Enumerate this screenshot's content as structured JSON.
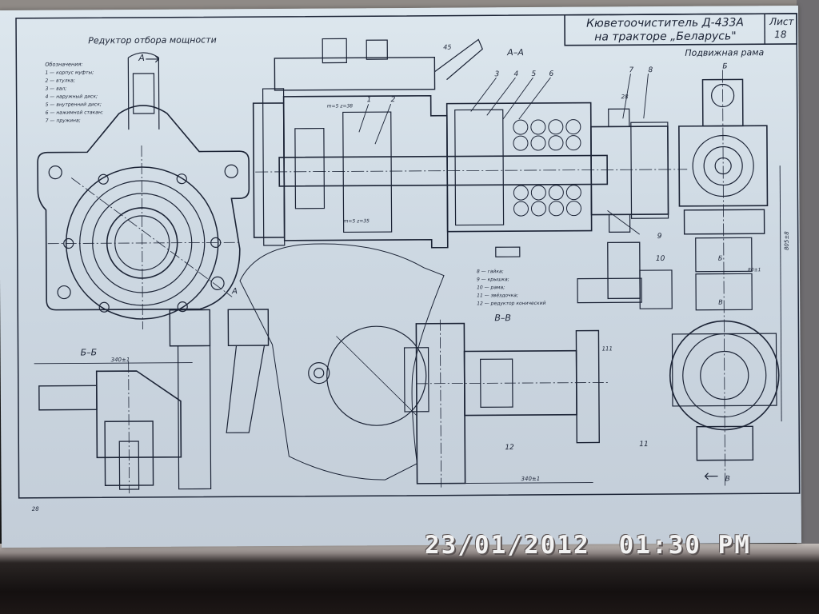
{
  "title_block": {
    "title_line1": "Кюветоочиститель Д-433А",
    "title_line2": "на тракторе „Беларусь\"",
    "sheet_label": "Лист",
    "sheet_number": "18"
  },
  "views": {
    "pto_reducer": "Редуктор отбора мощности",
    "section_aa": "А–А",
    "section_bb": "Б–Б",
    "section_vv": "В–В",
    "moving_frame": "Подвижная рама",
    "marker_a": "А",
    "marker_b": "Б",
    "marker_v": "В"
  },
  "legend_left": {
    "heading": "Обозначения:",
    "items": [
      "1 — корпус муфты;",
      "2 — втулка;",
      "3 — вал;",
      "4 — наружный диск;",
      "5 — внутренний диск;",
      "6 — нажимной стакан;",
      "7 — пружина;"
    ]
  },
  "legend_mid": {
    "items": [
      "8 — гайка;",
      "9 — крышка;",
      "10 — рама;",
      "11 — звёздочка;",
      "12 — редуктор конический"
    ]
  },
  "callouts": [
    "1",
    "2",
    "3",
    "4",
    "5",
    "6",
    "7",
    "8",
    "9",
    "10",
    "11",
    "12"
  ],
  "dimensions": {
    "top_a": "45",
    "gear_top": "m=5 z=38",
    "gear_bottom": "m=5 z=35",
    "bb_width": "340±1",
    "vv_width": "340±1",
    "frame_height": "805±8",
    "frame_width": "80±1",
    "small_a": "28",
    "small_b": "111"
  },
  "page_number": "28",
  "timestamp": {
    "date": "23/01/2012",
    "time": "01:30 PM"
  },
  "colors": {
    "paper": "#d5dfe8",
    "ink": "#1c2436",
    "stamp": "#f2f2f2"
  }
}
